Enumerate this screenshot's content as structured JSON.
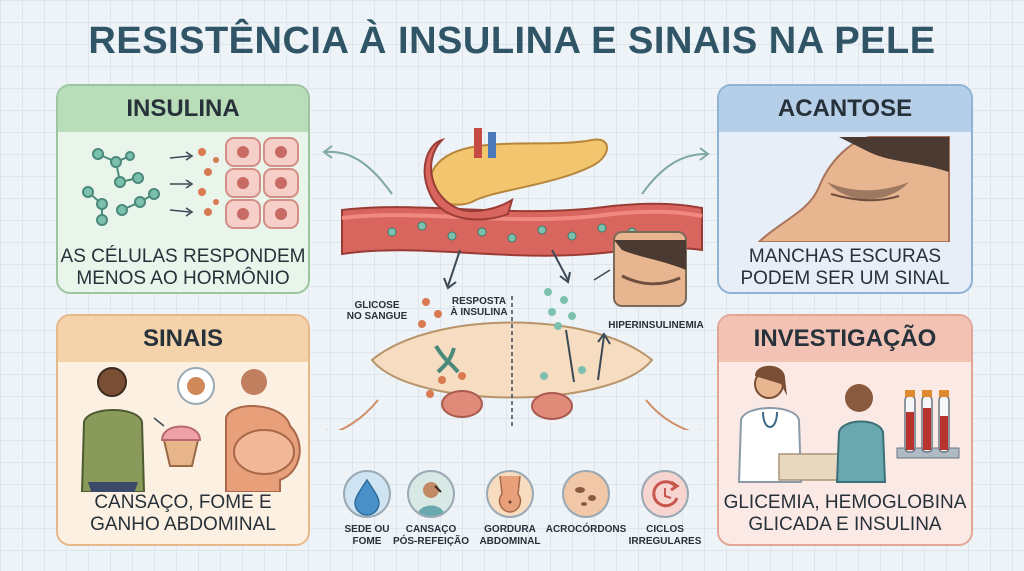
{
  "title": "RESISTÊNCIA À INSULINA E SINAIS NA PELE",
  "cards": {
    "insulina": {
      "heading": "INSULINA",
      "caption_l1": "AS CÉLULAS RESPONDEM",
      "caption_l2": "MENOS AO HORMÔNIO"
    },
    "acantose": {
      "heading": "ACANTOSE",
      "caption_l1": "MANCHAS ESCURAS",
      "caption_l2": "PODEM SER UM SINAL"
    },
    "sinais": {
      "heading": "SINAIS",
      "caption_l1": "CANSAÇO, FOME E",
      "caption_l2": "GANHO ABDOMINAL"
    },
    "investigacao": {
      "heading": "INVESTIGAÇÃO",
      "caption_l1": "GLICEMIA, HEMOGLOBINA",
      "caption_l2": "GLICADA E INSULINA"
    }
  },
  "center": {
    "glicose_l1": "GLICOSE",
    "glicose_l2": "NO SANGUE",
    "resposta_l1": "RESPOSTA",
    "resposta_l2": "À INSULINA",
    "hiper": "HIPERINSULINEMIA"
  },
  "symptoms": [
    {
      "l1": "SEDE OU",
      "l2": "FOME",
      "icon": "water-drop-icon"
    },
    {
      "l1": "CANSAÇO",
      "l2": "PÓS-REFEIÇÃO",
      "icon": "tired-person-icon"
    },
    {
      "l1": "GORDURA",
      "l2": "ABDOMINAL",
      "icon": "belly-icon"
    },
    {
      "l1": "ACROCÓRDONS",
      "l2": "",
      "icon": "skin-tag-icon"
    },
    {
      "l1": "CICLOS",
      "l2": "IRREGULARES",
      "icon": "cycle-icon"
    }
  ],
  "colors": {
    "title": "#2f5566",
    "insulina": "#b9dcb9",
    "acantose": "#b6cfe8",
    "sinais": "#f4d3aa",
    "investigacao": "#f2c3b5"
  }
}
